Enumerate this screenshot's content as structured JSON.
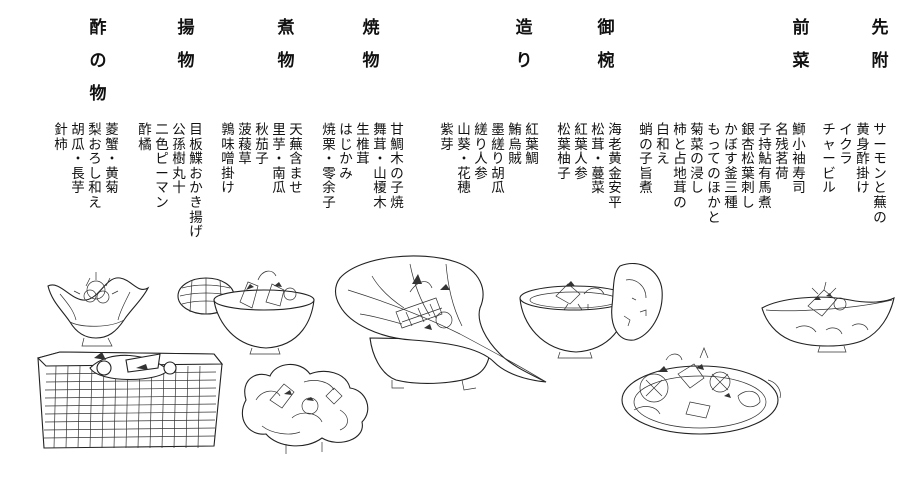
{
  "courses": [
    {
      "title": "先附",
      "items": [
        "サーモンと蕪の",
        "黄身酢掛け",
        "イクラ",
        "チャービル"
      ]
    },
    {
      "title": "前菜",
      "items": [
        "鰤小袖寿司",
        "名残茗荷",
        "子持鮎有馬煮",
        "銀杏松葉刺し",
        "かぼす釜三種",
        "もってのほかと",
        "菊菜の浸し",
        "柿と占地茸の",
        "白和え",
        "蛸の子旨煮"
      ]
    },
    {
      "title": "御椀",
      "items": [
        "海老黄金安平",
        "松茸・蔓菜",
        "紅葉人参",
        "松葉柚子"
      ]
    },
    {
      "title": "造り",
      "items": [
        "紅葉鯛",
        "鮪烏賊",
        "墨縒り胡瓜",
        "縒り人参",
        "山葵・花穂",
        "紫芽"
      ]
    },
    {
      "title": "焼物",
      "items": [
        "甘鯛木の子焼",
        "舞茸・山榎木",
        "生椎茸",
        "はじかみ",
        "焼栗・零余子"
      ]
    },
    {
      "title": "煮物",
      "items": [
        "天蕪含ませ",
        "里芋・南瓜",
        "秋茄子",
        "菠薐草",
        "鶉味噌掛け"
      ]
    },
    {
      "title": "揚物",
      "items": [
        "目板鰈おかき揚げ",
        "公孫樹丸十",
        "二色ピーマン",
        "酢橘"
      ]
    },
    {
      "title": "酢の物",
      "items": [
        "菱蟹・黄菊",
        "梨おろし和え",
        "胡瓜・長芋",
        "針柿"
      ]
    }
  ]
}
